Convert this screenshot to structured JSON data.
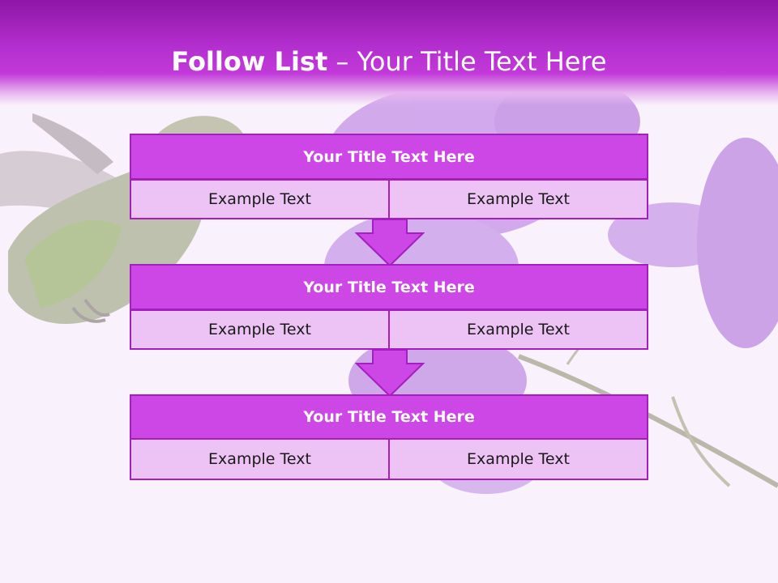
{
  "slide": {
    "title_bold": "Follow List",
    "title_rest": " – Your Title Text Here"
  },
  "colors": {
    "header": "#b42fcf",
    "box_title_fill": "#cc47e6",
    "box_cell_fill": "#ecc3f4",
    "border": "#a51fc0",
    "arrow": "#cc47e6"
  },
  "steps": [
    {
      "title": "Your Title Text Here",
      "left": "Example Text",
      "right": "Example Text"
    },
    {
      "title": "Your Title Text Here",
      "left": "Example Text",
      "right": "Example Text"
    },
    {
      "title": "Your Title Text Here",
      "left": "Example Text",
      "right": "Example Text"
    }
  ]
}
